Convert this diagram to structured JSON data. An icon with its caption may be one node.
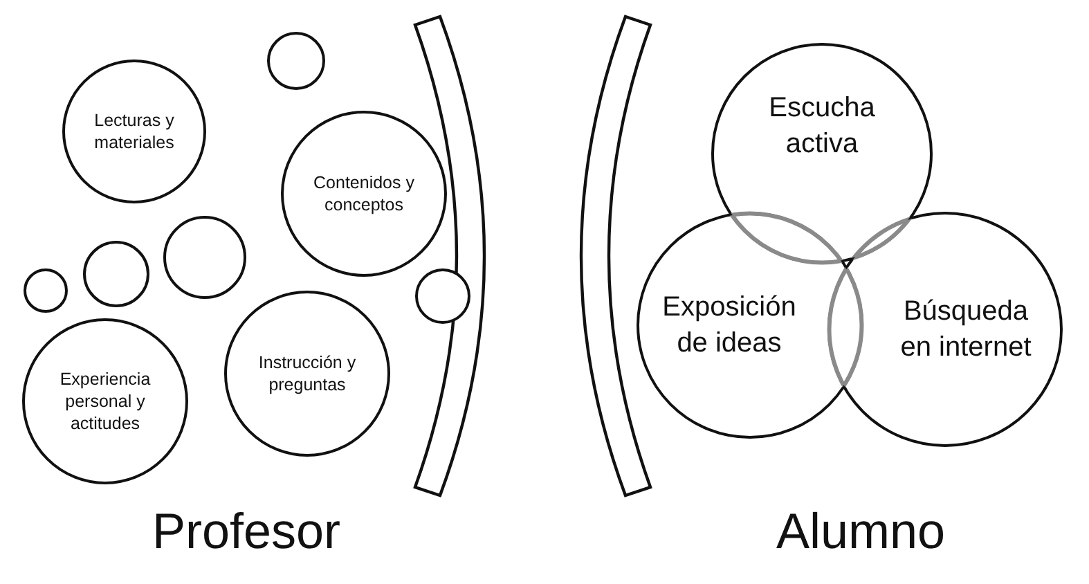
{
  "diagram": {
    "nodes": [
      {
        "text": [
          "Lecturas y materiales"
        ]
      },
      {
        "text": [],
        "shape": "circle"
      },
      {
        "text": [
          "Contenidos y conceptos"
        ]
      },
      {
        "text": [],
        "shape": "circle"
      },
      {
        "text": [],
        "shape": "circle"
      },
      {
        "text": [],
        "shape": "circle"
      },
      {
        "text": [
          "Experiencia personal y actitudes"
        ]
      },
      {
        "text": [
          "Instrucción y preguntas"
        ]
      },
      {
        "text": [],
        "shape": "circle"
      },
      {
        "text": [],
        "shape": "bracket"
      },
      {
        "text": [],
        "shape": "bracket"
      },
      {
        "text": [
          "Escucha activa"
        ]
      },
      {
        "text": [
          "Exposición de ideas"
        ]
      },
      {
        "text": [
          "Búsqueda en internet"
        ]
      }
    ],
    "edges": [],
    "labels": [
      "Profesor",
      "Alumno"
    ]
  }
}
